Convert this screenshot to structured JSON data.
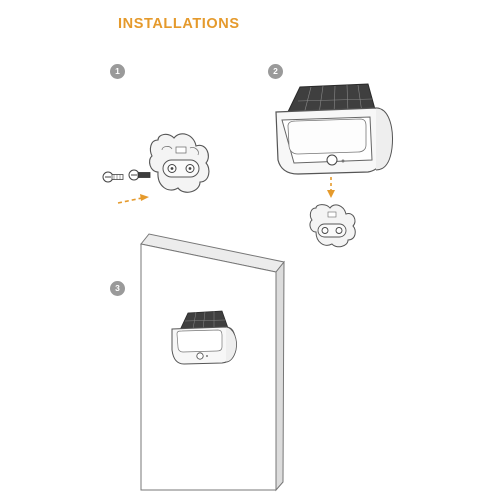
{
  "title": "INSTALLATIONS",
  "steps": [
    {
      "number": "1"
    },
    {
      "number": "2"
    },
    {
      "number": "3"
    }
  ],
  "colors": {
    "accent": "#e59a2c",
    "step_badge": "#9a9a9a",
    "line_art": "#555555",
    "solar_panel": "#3f3f3f"
  }
}
